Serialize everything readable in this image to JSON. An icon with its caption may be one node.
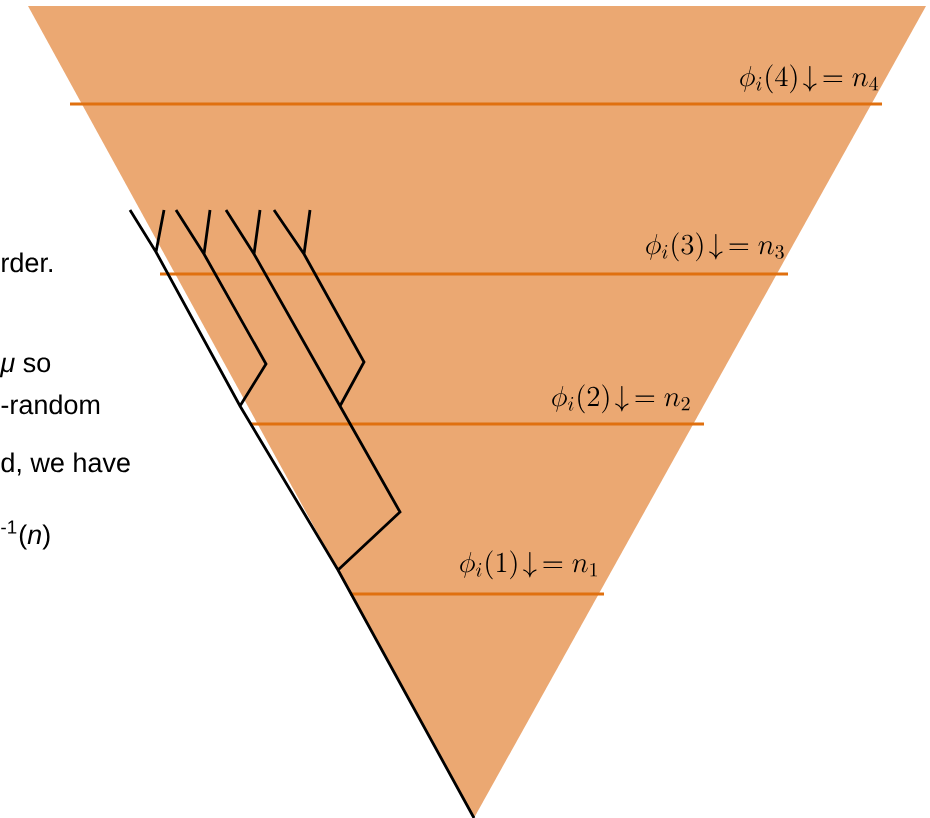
{
  "diagram": {
    "labels": [
      "\\phi_i(4)\\!\\downarrow\\, = n_4",
      "rder.",
      "\\phi_i(3)\\!\\downarrow\\, = n_3",
      "*μ* so",
      "-random",
      "\\phi_i(2)\\!\\downarrow\\, = n_2",
      "d,  we have",
      "$^{-1}$(*n*)",
      "\\phi_i(1)\\!\\downarrow\\, = n_1"
    ]
  }
}
